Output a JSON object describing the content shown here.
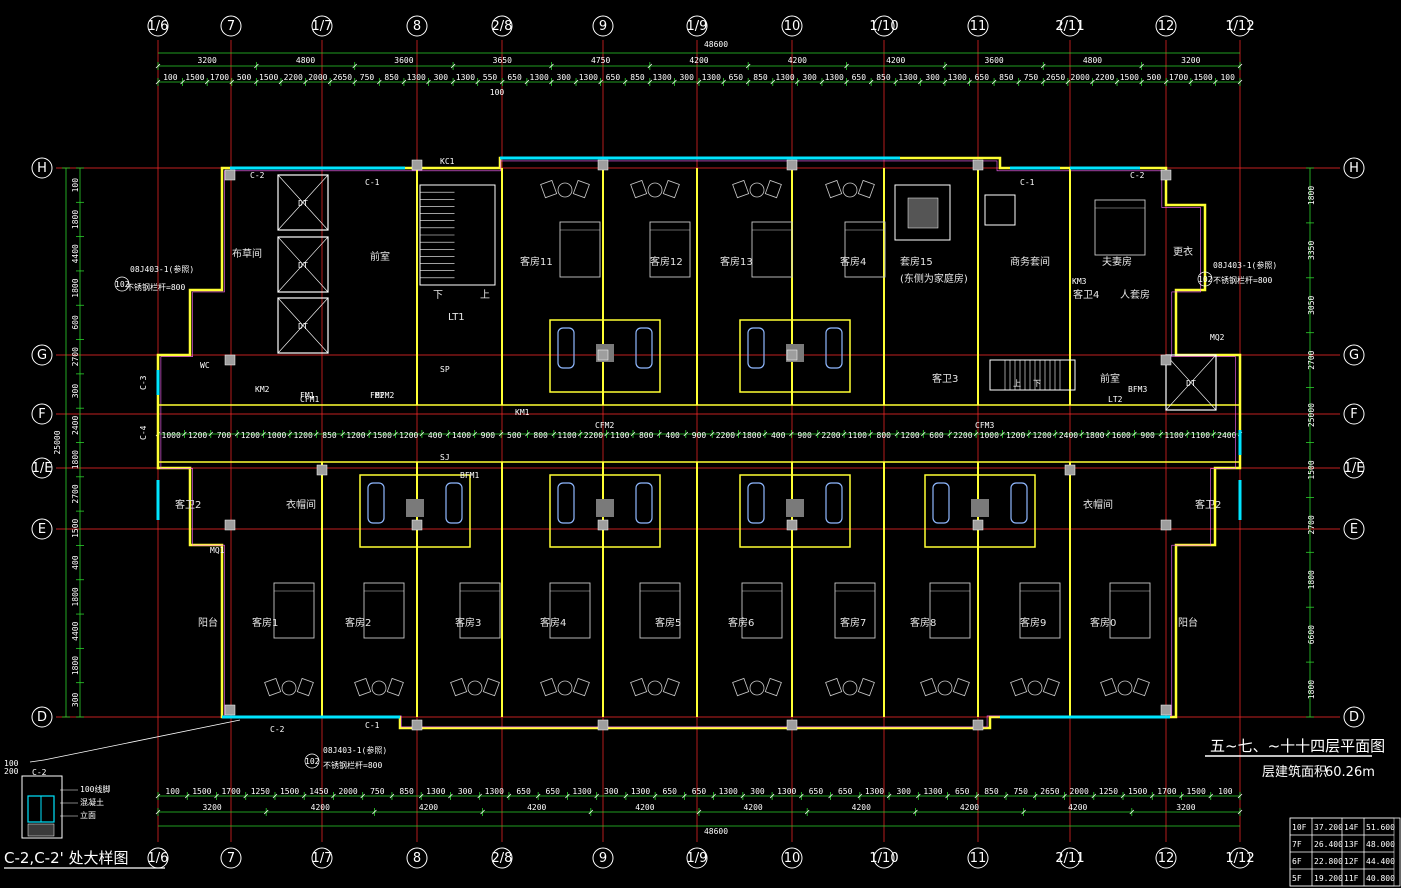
{
  "drawing": {
    "title": "五~七、~十十四层平面图",
    "area_label": "层建筑面积",
    "area_value": "60.26m",
    "detail_title": "C-2,C-2' 处大样图",
    "detail_label": "C-2",
    "detail_notes": [
      "100线脚",
      "混凝土",
      "立面"
    ],
    "detail_dims": [
      "100",
      "200"
    ]
  },
  "overall_dims": {
    "total": "48600",
    "top_spans": [
      "3200",
      "4800",
      "3600",
      "3650",
      "4750",
      "4200",
      "4200",
      "4200",
      "3600",
      "4800",
      "3200"
    ],
    "top_sub": [
      "100",
      "1500",
      "1700",
      "500",
      "1500",
      "2200",
      "2000",
      "2650",
      "750",
      "850",
      "1300",
      "300",
      "1300",
      "550",
      "650",
      "1300",
      "300",
      "1300",
      "650",
      "850",
      "1300",
      "300",
      "1300",
      "650",
      "850",
      "1300",
      "300",
      "1300",
      "650",
      "850",
      "1300",
      "300",
      "1300",
      "650",
      "850",
      "750",
      "2650",
      "2000",
      "2200",
      "1500",
      "500",
      "1700",
      "1500",
      "100"
    ],
    "bottom_spans": [
      "3200",
      "4200",
      "4200",
      "4200",
      "4200",
      "4200",
      "4200",
      "4200",
      "4200",
      "3200"
    ],
    "bottom_sub": [
      "100",
      "1500",
      "1700",
      "1250",
      "1500",
      "1450",
      "2000",
      "750",
      "850",
      "1300",
      "300",
      "1300",
      "650",
      "650",
      "1300",
      "300",
      "1300",
      "650",
      "650",
      "1300",
      "300",
      "1300",
      "650",
      "650",
      "1300",
      "300",
      "1300",
      "650",
      "850",
      "750",
      "2650",
      "2000",
      "1250",
      "1500",
      "1700",
      "1500",
      "100"
    ],
    "left_total": "25000",
    "left_spans": [
      "100",
      "1800",
      "4400",
      "1800",
      "600",
      "2700",
      "300",
      "2400",
      "1800",
      "2700",
      "1500",
      "400",
      "1800",
      "4400",
      "1800",
      "300"
    ],
    "right_spans": [
      "1800",
      "3350",
      "3050",
      "2700",
      "25000",
      "1500",
      "2700",
      "1800",
      "6600",
      "1800"
    ],
    "mid_note": "100",
    "corridor_row": [
      "1000",
      "1200",
      "700",
      "1200",
      "1000",
      "1200",
      "850",
      "1200",
      "1500",
      "1200",
      "400",
      "1400",
      "900",
      "500",
      "800",
      "1100",
      "2200",
      "1100",
      "800",
      "400",
      "900",
      "2200",
      "1800",
      "400",
      "900",
      "2200",
      "1100",
      "800",
      "1200",
      "600",
      "2200",
      "1000",
      "1200",
      "1200",
      "2400",
      "1800",
      "1600",
      "900",
      "1100",
      "1100",
      "2400"
    ]
  },
  "axes": {
    "columns": [
      "1/6",
      "7",
      "1/7",
      "8",
      "2/8",
      "9",
      "1/9",
      "10",
      "1/10",
      "11",
      "2/11",
      "12",
      "1/12"
    ],
    "rows": [
      "H",
      "G",
      "F",
      "1/E",
      "E",
      "D"
    ]
  },
  "rooms": {
    "north": [
      "布草间",
      "前室",
      "下",
      "上",
      "LT1",
      "客房11",
      "客房12",
      "客房13",
      "客房4",
      "套房15",
      "(东侧为家庭房)",
      "商务套间",
      "夫妻房",
      "更衣",
      "客卫4",
      "人套房",
      "客卫3",
      "前室"
    ],
    "south": [
      "客卫2",
      "衣帽间",
      "阳台",
      "客房1",
      "客房2",
      "客房3",
      "客房4",
      "客房5",
      "客房6",
      "客房7",
      "客房8",
      "客房9",
      "客房0",
      "衣帽间",
      "客卫2",
      "阳台"
    ],
    "elevators": [
      "DT",
      "DT",
      "DT",
      "DT"
    ],
    "stair_labels": [
      "上",
      "下"
    ]
  },
  "tags": {
    "windows": [
      "C-2",
      "C-1",
      "KC1",
      "C-3",
      "C-4",
      "C-2",
      "C-1",
      "C-2",
      "C-1"
    ],
    "doors": [
      "FM1",
      "FM2",
      "KM1",
      "KM2",
      "KM3",
      "CFM1",
      "CFM2",
      "CFM3",
      "BFM1",
      "BFM2",
      "BFM3",
      "SJ",
      "WC",
      "MQ1",
      "MQ2",
      "SP",
      "LT2"
    ],
    "notes": [
      "08J403-1(参照)",
      "不锈钢栏杆=800",
      "08J403-1(参照)",
      "不锈钢栏杆=800",
      "08J403-1(参照)",
      "不锈钢栏杆=800"
    ],
    "note_ids": [
      "102",
      "102",
      "102"
    ]
  },
  "area_table": {
    "rows": [
      [
        "10F",
        "37.200",
        "14F",
        "51.600"
      ],
      [
        "7F",
        "26.400",
        "13F",
        "48.000"
      ],
      [
        "6F",
        "22.800",
        "12F",
        "44.400"
      ],
      [
        "5F",
        "19.200",
        "11F",
        "40.800"
      ]
    ]
  },
  "colors": {
    "background": "#000000",
    "grid_axis": "#ff2a2a",
    "dimension": "#2bd12b",
    "wall": "#ffff33",
    "window": "#00e5ff",
    "furniture": "#c8c8c8",
    "column": "#9e9e9e",
    "text": "#ffffff"
  }
}
